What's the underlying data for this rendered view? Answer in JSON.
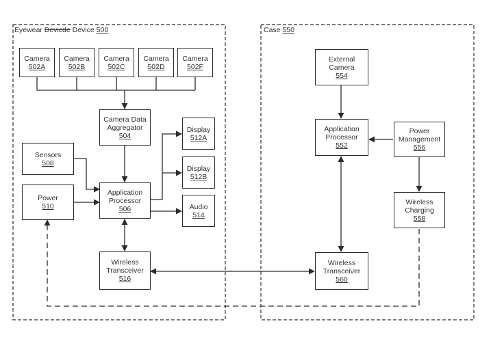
{
  "groups": {
    "eyewear": {
      "title_word": "Eyewear",
      "title_struck": "Devicde",
      "title_rest": "Device",
      "ref": "500"
    },
    "case": {
      "title": "Case",
      "ref": "550"
    }
  },
  "blocks": {
    "camera_a": {
      "lines": [
        "Camera"
      ],
      "ref": "502A"
    },
    "camera_b": {
      "lines": [
        "Camera"
      ],
      "ref": "502B"
    },
    "camera_c": {
      "lines": [
        "Camera"
      ],
      "ref": "502C"
    },
    "camera_d": {
      "lines": [
        "Camera"
      ],
      "ref": "502D"
    },
    "camera_f": {
      "lines": [
        "Camera"
      ],
      "ref": "502F"
    },
    "aggregator": {
      "lines": [
        "Camera Data",
        "Aggregator"
      ],
      "ref": "504"
    },
    "app_processor": {
      "lines": [
        "Application",
        "Processor"
      ],
      "ref": "506"
    },
    "sensors": {
      "lines": [
        "Sensors"
      ],
      "ref": "508"
    },
    "power": {
      "lines": [
        "Power"
      ],
      "ref": "510"
    },
    "display_a": {
      "lines": [
        "Display"
      ],
      "ref": "512A"
    },
    "display_b": {
      "lines": [
        "Display"
      ],
      "ref": "512B"
    },
    "audio": {
      "lines": [
        "Audio"
      ],
      "ref": "514"
    },
    "wireless_transceiver": {
      "lines": [
        "Wireless",
        "Transceiver"
      ],
      "ref": "516"
    },
    "external_camera": {
      "lines": [
        "External",
        "Camera"
      ],
      "ref": "554"
    },
    "case_app_processor": {
      "lines": [
        "Application",
        "Processor"
      ],
      "ref": "552"
    },
    "power_management": {
      "lines": [
        "Power",
        "Management"
      ],
      "ref": "556"
    },
    "wireless_charging": {
      "lines": [
        "Wireless",
        "Charging"
      ],
      "ref": "558"
    },
    "case_wireless_transceiver": {
      "lines": [
        "Wireless",
        "Transceiver"
      ],
      "ref": "560"
    }
  },
  "style": {
    "line_color": "#2b2b2b",
    "text_color": "#333333",
    "background": "#ffffff"
  }
}
